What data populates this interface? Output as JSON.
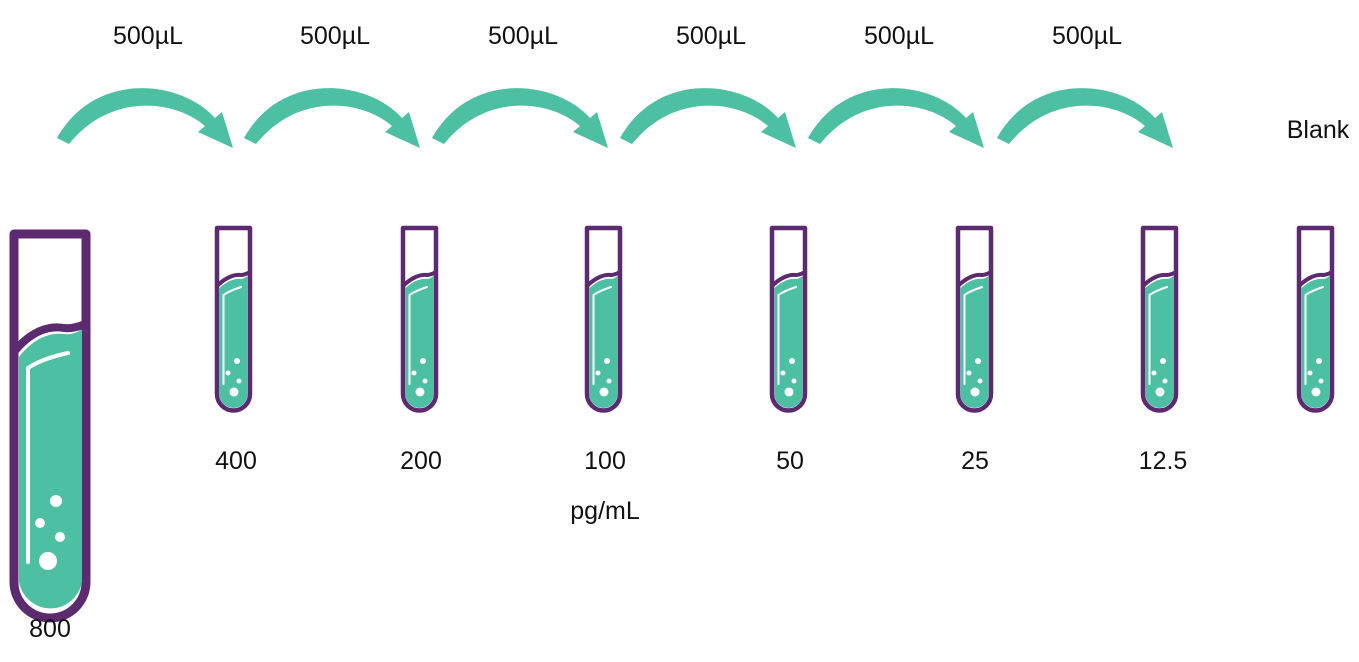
{
  "transfer_labels": [
    "500µL",
    "500µL",
    "500µL",
    "500µL",
    "500µL",
    "500µL"
  ],
  "stock_label": "800",
  "dilution_labels": [
    "400",
    "200",
    "100",
    "50",
    "25",
    "12.5"
  ],
  "blank_label": "Blank",
  "unit_label": "pg/mL",
  "colors": {
    "tube_outline": "#5c2a6e",
    "liquid": "#4dbfa3",
    "arrow": "#4dbfa3",
    "bubbles": "#ffffff",
    "text": "#111111"
  },
  "icons": [
    "test-tube-icon",
    "curved-arrow-icon"
  ]
}
